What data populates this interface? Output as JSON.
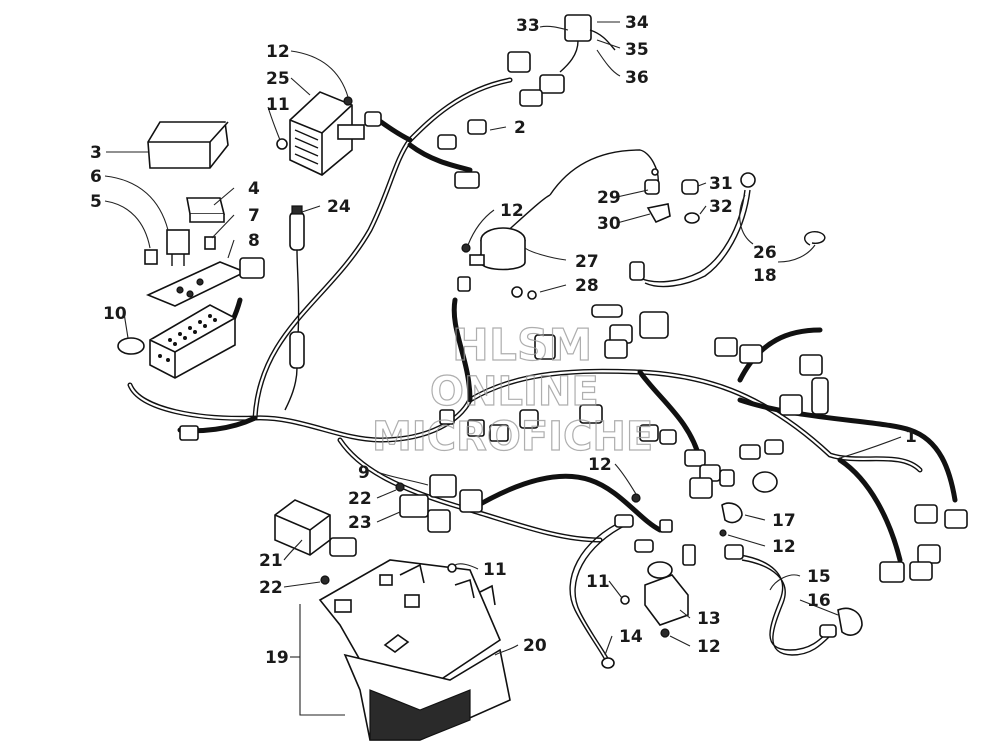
{
  "watermark": {
    "line1": "HLSM",
    "line2": "ONLINE",
    "line3": "MICROFICHE"
  },
  "callouts": {
    "c1": "1",
    "c2": "2",
    "c3": "3",
    "c4": "4",
    "c5": "5",
    "c6": "6",
    "c7": "7",
    "c8": "8",
    "c9": "9",
    "c10": "10",
    "c11a": "11",
    "c11b": "11",
    "c11c": "11",
    "c12a": "12",
    "c12b": "12",
    "c12c": "12",
    "c12d": "12",
    "c12e": "12",
    "c13": "13",
    "c14": "14",
    "c15": "15",
    "c16": "16",
    "c17": "17",
    "c18": "18",
    "c19": "19",
    "c20": "20",
    "c21": "21",
    "c22a": "22",
    "c22b": "22",
    "c23": "23",
    "c24": "24",
    "c25": "25",
    "c26": "26",
    "c27": "27",
    "c28": "28",
    "c29": "29",
    "c30": "30",
    "c31": "31",
    "c32": "32",
    "c33": "33",
    "c34": "34",
    "c35": "35",
    "c36": "36"
  }
}
